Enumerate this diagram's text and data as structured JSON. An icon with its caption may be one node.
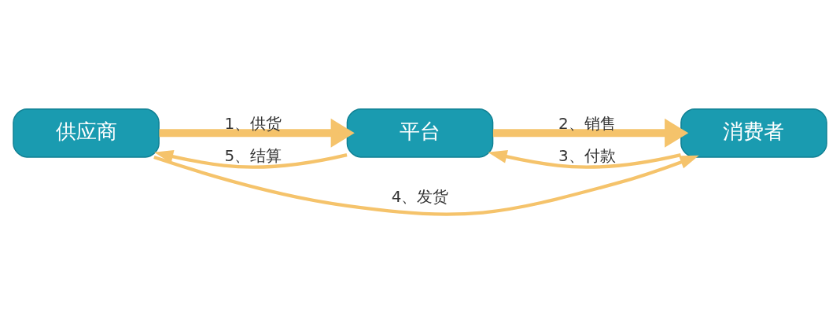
{
  "diagram": {
    "nodes": [
      {
        "text": [
          "供应商"
        ]
      },
      {
        "text": [
          "平台"
        ]
      },
      {
        "text": [
          "消费者"
        ]
      }
    ],
    "edges": [
      {
        "from": 0,
        "to": 1,
        "arrow": "to",
        "label": "1、供货",
        "style": "thick"
      },
      {
        "from": 1,
        "to": 2,
        "arrow": "to",
        "label": "2、销售",
        "style": "thick"
      },
      {
        "from": 2,
        "to": 1,
        "arrow": "to",
        "label": "3、付款"
      },
      {
        "from": 0,
        "to": 2,
        "arrow": "to",
        "label": "4、发货"
      },
      {
        "from": 1,
        "to": 0,
        "arrow": "to",
        "label": "5、结算"
      }
    ]
  }
}
